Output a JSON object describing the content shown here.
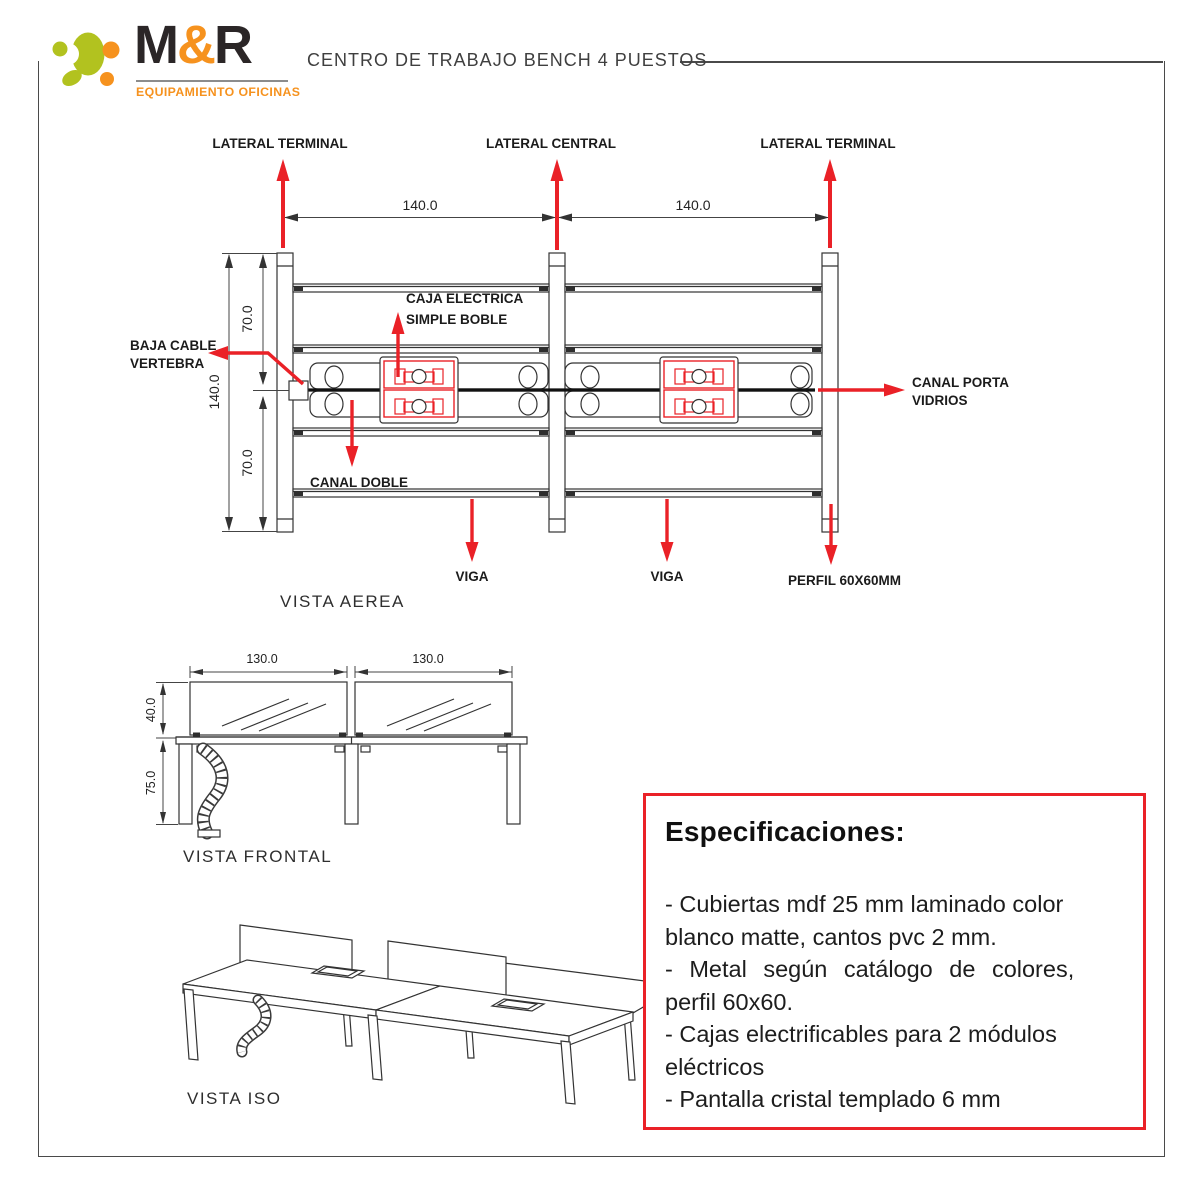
{
  "header": {
    "logo_m": "M",
    "logo_amp": "&",
    "logo_r": "R",
    "tagline": "EQUIPAMIENTO OFICINAS",
    "title": "CENTRO DE TRABAJO BENCH 4 PUESTOS"
  },
  "colors": {
    "red": "#ea2127",
    "orange": "#f6921e",
    "green": "#b2c21f",
    "line_dark": "#333333"
  },
  "plan_view": {
    "name": "VISTA AEREA",
    "labels": {
      "lateral_terminal_left": "LATERAL TERMINAL",
      "lateral_central": "LATERAL CENTRAL",
      "lateral_terminal_right": "LATERAL TERMINAL",
      "caja_line1": "CAJA ELECTRICA",
      "caja_line2": "SIMPLE BOBLE",
      "baja_line1": "BAJA CABLE",
      "baja_line2": "VERTEBRA",
      "canal_doble": "CANAL DOBLE",
      "canal_porta_line1": "CANAL PORTA",
      "canal_porta_line2": "VIDRIOS",
      "viga_left": "VIGA",
      "viga_right": "VIGA",
      "perfil": "PERFIL 60X60MM"
    },
    "dims": {
      "width_left": "140.0",
      "width_right": "140.0",
      "depth_top": "70.0",
      "depth_total": "140.0",
      "depth_bottom": "70.0"
    }
  },
  "front_view": {
    "name": "VISTA FRONTAL",
    "dims": {
      "w_left": "130.0",
      "w_right": "130.0",
      "screen_h": "40.0",
      "leg_h": "75.0"
    }
  },
  "iso_view": {
    "name": "VISTA ISO"
  },
  "specs": {
    "title": "Especificaciones:",
    "lines": [
      "- Cubiertas mdf 25 mm laminado color",
      "blanco matte, cantos pvc 2 mm.",
      "- Metal según catálogo de colores,",
      "perfil 60x60.",
      "- Cajas electrificables para 2 módulos",
      "eléctricos",
      "- Pantalla cristal templado 6 mm"
    ]
  }
}
